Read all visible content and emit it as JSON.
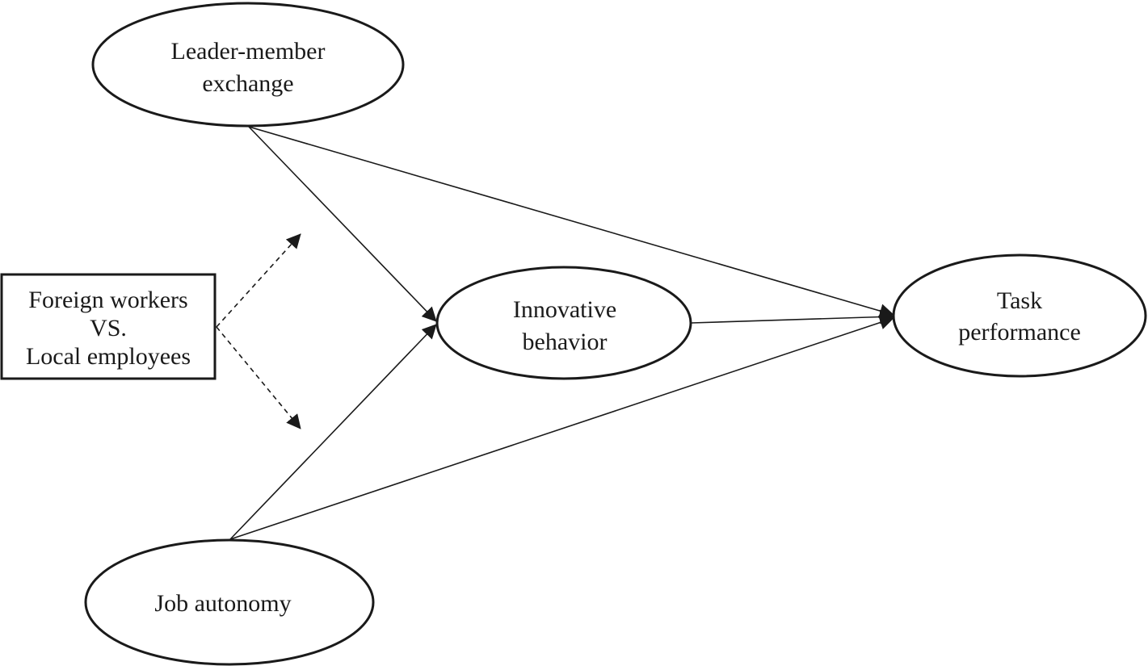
{
  "diagram": {
    "nodes": {
      "lmx": {
        "lines": [
          "Leader-member",
          "exchange"
        ]
      },
      "autonomy": {
        "lines": [
          "Job autonomy"
        ]
      },
      "innovative": {
        "lines": [
          "Innovative",
          "behavior"
        ]
      },
      "task": {
        "lines": [
          "Task",
          "performance"
        ]
      },
      "moderator": {
        "lines": [
          "Foreign workers",
          "VS.",
          "Local employees"
        ]
      }
    },
    "edges": [
      {
        "from": "lmx",
        "to": "innovative",
        "style": "solid"
      },
      {
        "from": "lmx",
        "to": "task",
        "style": "solid"
      },
      {
        "from": "autonomy",
        "to": "innovative",
        "style": "solid"
      },
      {
        "from": "autonomy",
        "to": "task",
        "style": "solid"
      },
      {
        "from": "innovative",
        "to": "task",
        "style": "solid"
      },
      {
        "from": "moderator",
        "to": "lmx-innovative-path",
        "style": "dashed"
      },
      {
        "from": "moderator",
        "to": "autonomy-innovative-path",
        "style": "dashed"
      }
    ],
    "colors": {
      "stroke": "#1a1a1a",
      "background": "#ffffff"
    }
  }
}
